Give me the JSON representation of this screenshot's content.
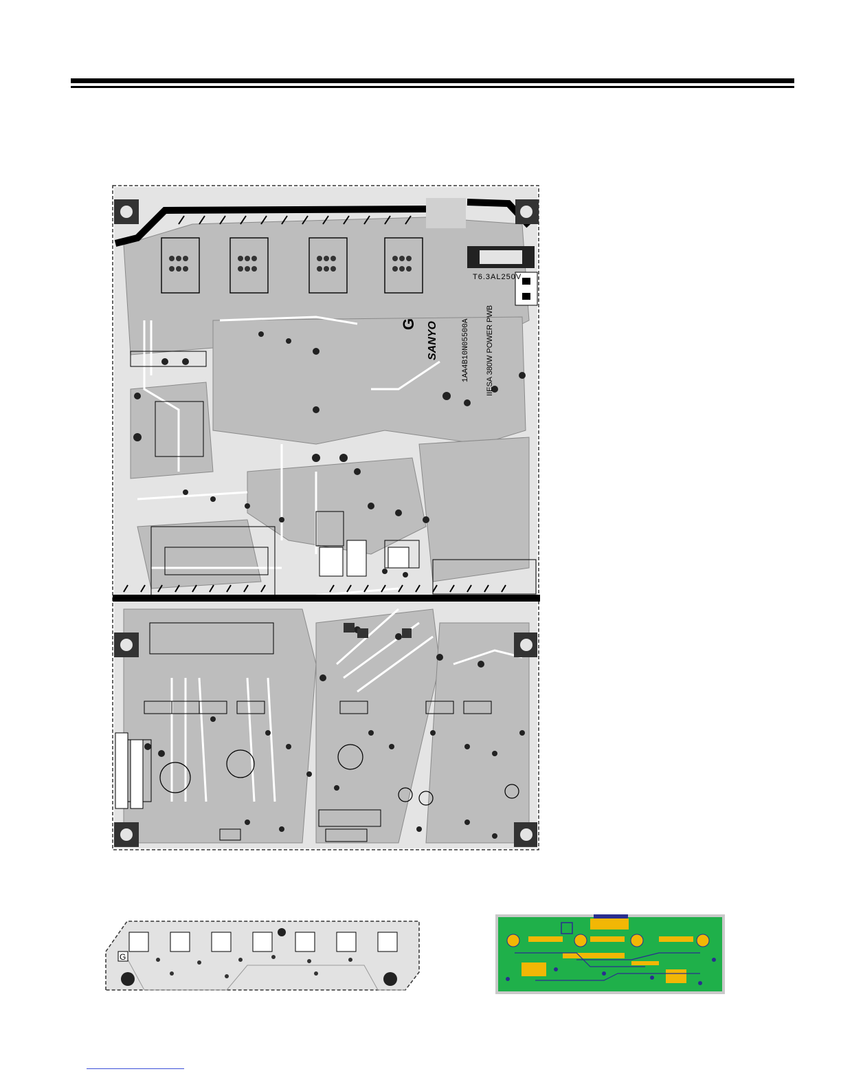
{
  "document": {
    "type": "PCB layout diagram page"
  },
  "main_board": {
    "silkscreen_logo": "SANYO",
    "silkscreen_model": "1AA4B10N05500A",
    "silkscreen_description": "IIESA 380W POWER PWB",
    "silkscreen_voltage": "T6.3AL250V",
    "silkscreen_g_mark": "G"
  },
  "small_board_left": {
    "silkscreen_g_mark": "G"
  },
  "small_board_right": {
    "colors": {
      "substrate": "#1fb04a",
      "pad": "#f2b705",
      "via": "#2a2e8f",
      "outline": "#c9c9c9"
    }
  }
}
